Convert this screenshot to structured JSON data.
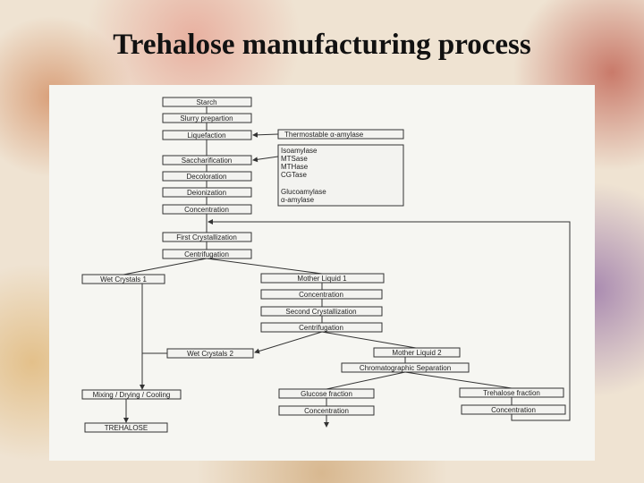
{
  "title": "Trehalose manufacturing process",
  "steps": {
    "starch": "Starch",
    "slurry": "Slurry prepartion",
    "liquefaction": "Liquefaction",
    "saccharification": "Saccharification",
    "decoloration": "Decoloration",
    "deionization": "Deionization",
    "concentration1": "Concentration",
    "first_cryst": "First Crystallization",
    "centrifugation1": "Centrifugation",
    "wet_crystals1": "Wet Crystals 1",
    "mother_liquid1": "Mother Liquid 1",
    "concentration2": "Concentration",
    "second_cryst": "Second Crystallization",
    "centrifugation2": "Centrifugation",
    "wet_crystals2": "Wet Crystals 2",
    "mother_liquid2": "Mother Liquid 2",
    "chromatographic": "Chromatographic Separation",
    "mixing": "Mixing / Drying / Cooling",
    "trehalose": "TREHALOSE",
    "glucose_fraction": "Glucose fraction",
    "concentration_glucose": "Concentration",
    "trehalose_fraction": "Trehalose fraction",
    "concentration_trehalose": "Concentration"
  },
  "enzymes": {
    "thermostable": "Thermostable α-amylase",
    "list": [
      "Isoamylase",
      "MTSase",
      "MTHase",
      "CGTase",
      "",
      "Glucoamylase",
      "α-amylase"
    ]
  }
}
